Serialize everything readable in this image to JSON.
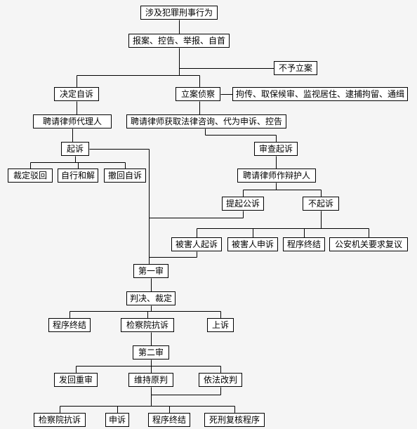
{
  "diagram": {
    "nodes": {
      "root": "涉及犯罪刑事行为",
      "report": "报案、控告、举报、自首",
      "no_case": "不予立案",
      "self_sue": "决定自诉",
      "filing": "立案侦察",
      "measures": "拘传、取保候审、监视居住、逮捕拘留、通缉",
      "hire_agent": "聘请律师代理人",
      "hire_consult": "聘请律师获取法律咨询、代为申诉、控告",
      "sue": "起诉",
      "review": "审查起诉",
      "dismiss": "裁定驳回",
      "settle": "自行和解",
      "withdraw": "撤回自诉",
      "hire_defender": "聘请律师作辩护人",
      "prosecute": "提起公诉",
      "no_prosecute": "不起诉",
      "victim_sue": "被害人起诉",
      "victim_appeal": "被害人申诉",
      "end1": "程序终结",
      "police_review": "公安机关要求复议",
      "first_trial": "第一审",
      "judgment": "判决、裁定",
      "end2": "程序终结",
      "procuratorate_protest1": "检察院抗诉",
      "appeal": "上诉",
      "second_trial": "第二审",
      "retrial": "发回重审",
      "uphold": "维持原判",
      "amend": "依法改判",
      "procuratorate_protest2": "检察院抗诉",
      "petition": "申诉",
      "end3": "程序终结",
      "death_review": "死刑复核程序"
    }
  }
}
